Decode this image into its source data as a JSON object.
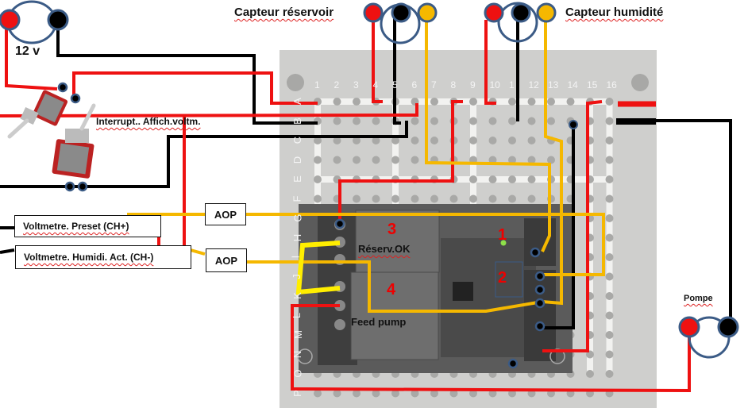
{
  "diagram": {
    "power_supply": {
      "label": "12 v"
    },
    "switch_label": "Interrupt.. Affich.voltm.",
    "sensor_reservoir": {
      "label": "Capteur réservoir"
    },
    "sensor_humidity": {
      "label": "Capteur humidité"
    },
    "pump": {
      "label": "Pompe"
    },
    "voltmeter_preset": {
      "label": "Voltmetre. Preset (CH+)"
    },
    "voltmeter_humidity": {
      "label": "Voltmetre. Humidi. Act. (CH-)"
    },
    "aop_top": {
      "label": "AOP"
    },
    "aop_bottom": {
      "label": "AOP"
    },
    "relay_labels": {
      "reserv_ok": "Réserv.OK",
      "feed_pump": "Feed pump"
    },
    "markers": {
      "m1": "1",
      "m2": "2",
      "m3": "3",
      "m4": "4"
    },
    "board": {
      "columns": [
        "1",
        "2",
        "3",
        "4",
        "5",
        "6",
        "7",
        "8",
        "9",
        "10",
        "1",
        "12",
        "13",
        "14",
        "15",
        "16"
      ],
      "rows": [
        "A",
        "B",
        "C",
        "D",
        "E",
        "F",
        "G",
        "H",
        "I",
        "J",
        "K",
        "L",
        "M",
        "N",
        "O",
        "P"
      ]
    },
    "colors": {
      "wire_red": "#ee1111",
      "wire_black": "#000000",
      "wire_yellow": "#f5b800",
      "wire_bright_yellow": "#ffee00",
      "connector_ring": "#3b5b86",
      "board_gray": "#cfcfcd",
      "relay_module": "#5a5a5a",
      "marker_red": "#ee0000"
    }
  }
}
